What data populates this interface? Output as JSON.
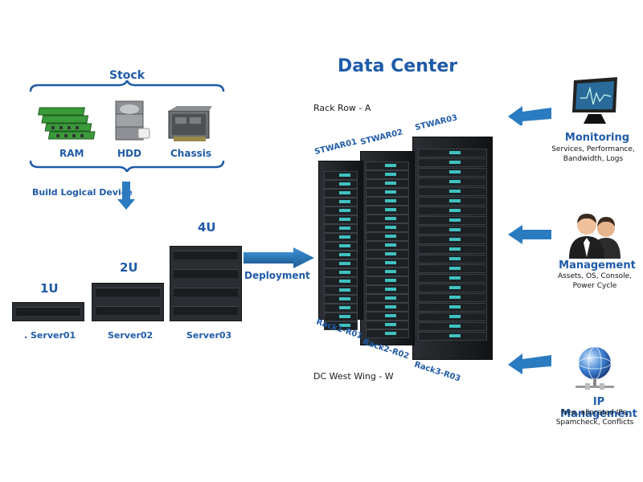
{
  "stock": {
    "title": "Stock",
    "items": [
      {
        "label": "RAM",
        "icon": "ram-icon"
      },
      {
        "label": "HDD",
        "icon": "hdd-icon"
      },
      {
        "label": "Chassis",
        "icon": "chassis-icon"
      }
    ],
    "build_label": "Build Logical Device"
  },
  "servers": [
    {
      "size": "1U",
      "name": ". Server01"
    },
    {
      "size": "2U",
      "name": "Server02"
    },
    {
      "size": "4U",
      "name": "Server03"
    }
  ],
  "deployment_label": "Deployment",
  "datacenter": {
    "title": "Data Center",
    "row_label": "Rack Row - A",
    "wing_label": "DC West Wing - W",
    "racks": [
      {
        "top": "STWAR01",
        "bottom": "Rack1-R01"
      },
      {
        "top": "STWAR02",
        "bottom": "Rack2-R02"
      },
      {
        "top": "STWAR03",
        "bottom": "Rack3-R03"
      }
    ]
  },
  "services": [
    {
      "title": "Monitoring",
      "desc1": "Services, Performance,",
      "desc2": "Bandwidth, Logs",
      "icon": "monitor-icon"
    },
    {
      "title": "Management",
      "desc1": "Assets, OS, Console,",
      "desc2": "Power Cycle",
      "icon": "users-icon"
    },
    {
      "title": "IP Management",
      "desc1": "Free, allocated IPs,",
      "desc2": "Spamcheck, Conflicts",
      "icon": "globe-network-icon"
    }
  ],
  "colors": {
    "accent": "#1f5ba8",
    "arrow": "#2a7bc0",
    "led": "#3fc2c0"
  }
}
